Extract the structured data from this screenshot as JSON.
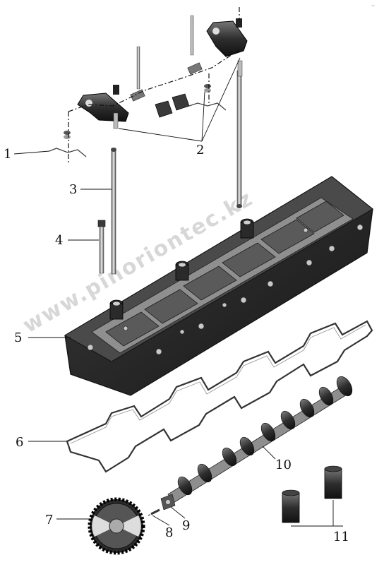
{
  "diagram": {
    "corner_mark": "~",
    "watermark": "www.pinoriontec.kz",
    "callouts": [
      {
        "id": "c1",
        "label": "1"
      },
      {
        "id": "c2",
        "label": "2"
      },
      {
        "id": "c3",
        "label": "3"
      },
      {
        "id": "c4",
        "label": "4"
      },
      {
        "id": "c5",
        "label": "5"
      },
      {
        "id": "c6",
        "label": "6"
      },
      {
        "id": "c7",
        "label": "7"
      },
      {
        "id": "c8",
        "label": "8"
      },
      {
        "id": "c9",
        "label": "9"
      },
      {
        "id": "c10",
        "label": "10"
      },
      {
        "id": "c11",
        "label": "11"
      }
    ],
    "colors": {
      "ink": "#111111",
      "part_dark": "#2a2a2a",
      "part_mid": "#6a6a6a",
      "part_light": "#bdbdbd",
      "watermark": "#b8b8b8"
    }
  }
}
